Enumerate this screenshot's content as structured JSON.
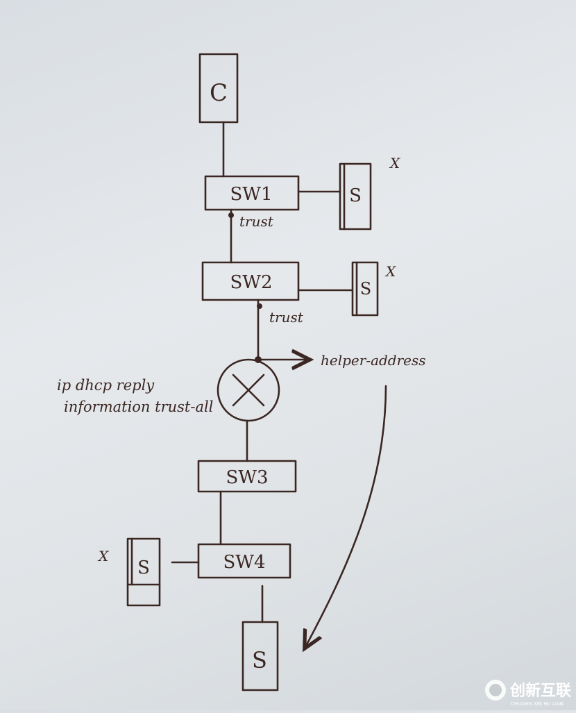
{
  "diagram": {
    "client_label": "C",
    "server_label": "S",
    "switches": [
      "SW1",
      "SW2",
      "SW3",
      "SW4"
    ],
    "rogue_server_label": "S",
    "blocked_mark": "X",
    "trust_labels": [
      "trust",
      "trust"
    ],
    "router_command_line1": "ip dhcp reply",
    "router_command_line2": "information trust-all",
    "helper_label": "helper-address"
  },
  "watermark": {
    "text": "创新互联",
    "subtext": "CHUANG XIN HU LIAN"
  },
  "colors": {
    "ink": "#3a2622",
    "paper": "#e4e7ea"
  }
}
